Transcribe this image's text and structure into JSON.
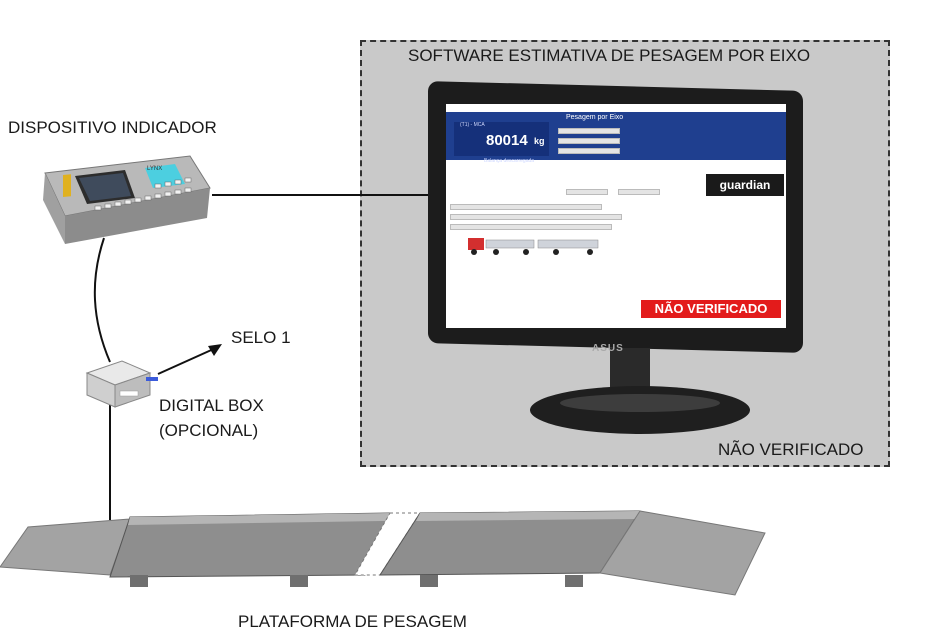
{
  "labels": {
    "device": "DISPOSITIVO INDICADOR",
    "seal": "SELO 1",
    "digital_box_line1": "DIGITAL BOX",
    "digital_box_line2": "(OPCIONAL)",
    "platform": "PLATAFORMA DE PESAGEM",
    "software": "SOFTWARE ESTIMATIVA DE PESAGEM POR EIXO",
    "not_verified_bottom": "NÃO VERIFICADO"
  },
  "screen": {
    "window_title": "Pesagem por Eixo",
    "weight_caption": "(T1) - MCA",
    "weight_value": "80014",
    "weight_unit": "kg",
    "weight_status": "Balança descarregada",
    "brand": "guardian",
    "badge": "NÃO VERIFICADO"
  },
  "monitor": {
    "brand": "ASUS"
  },
  "indicator": {
    "screen_text": "LYNX"
  },
  "colors": {
    "software_box_bg": "#c9c9c9",
    "screen_header": "#1f3f8f",
    "badge_red": "#e31b1b",
    "platform": "#8e8e8e"
  }
}
